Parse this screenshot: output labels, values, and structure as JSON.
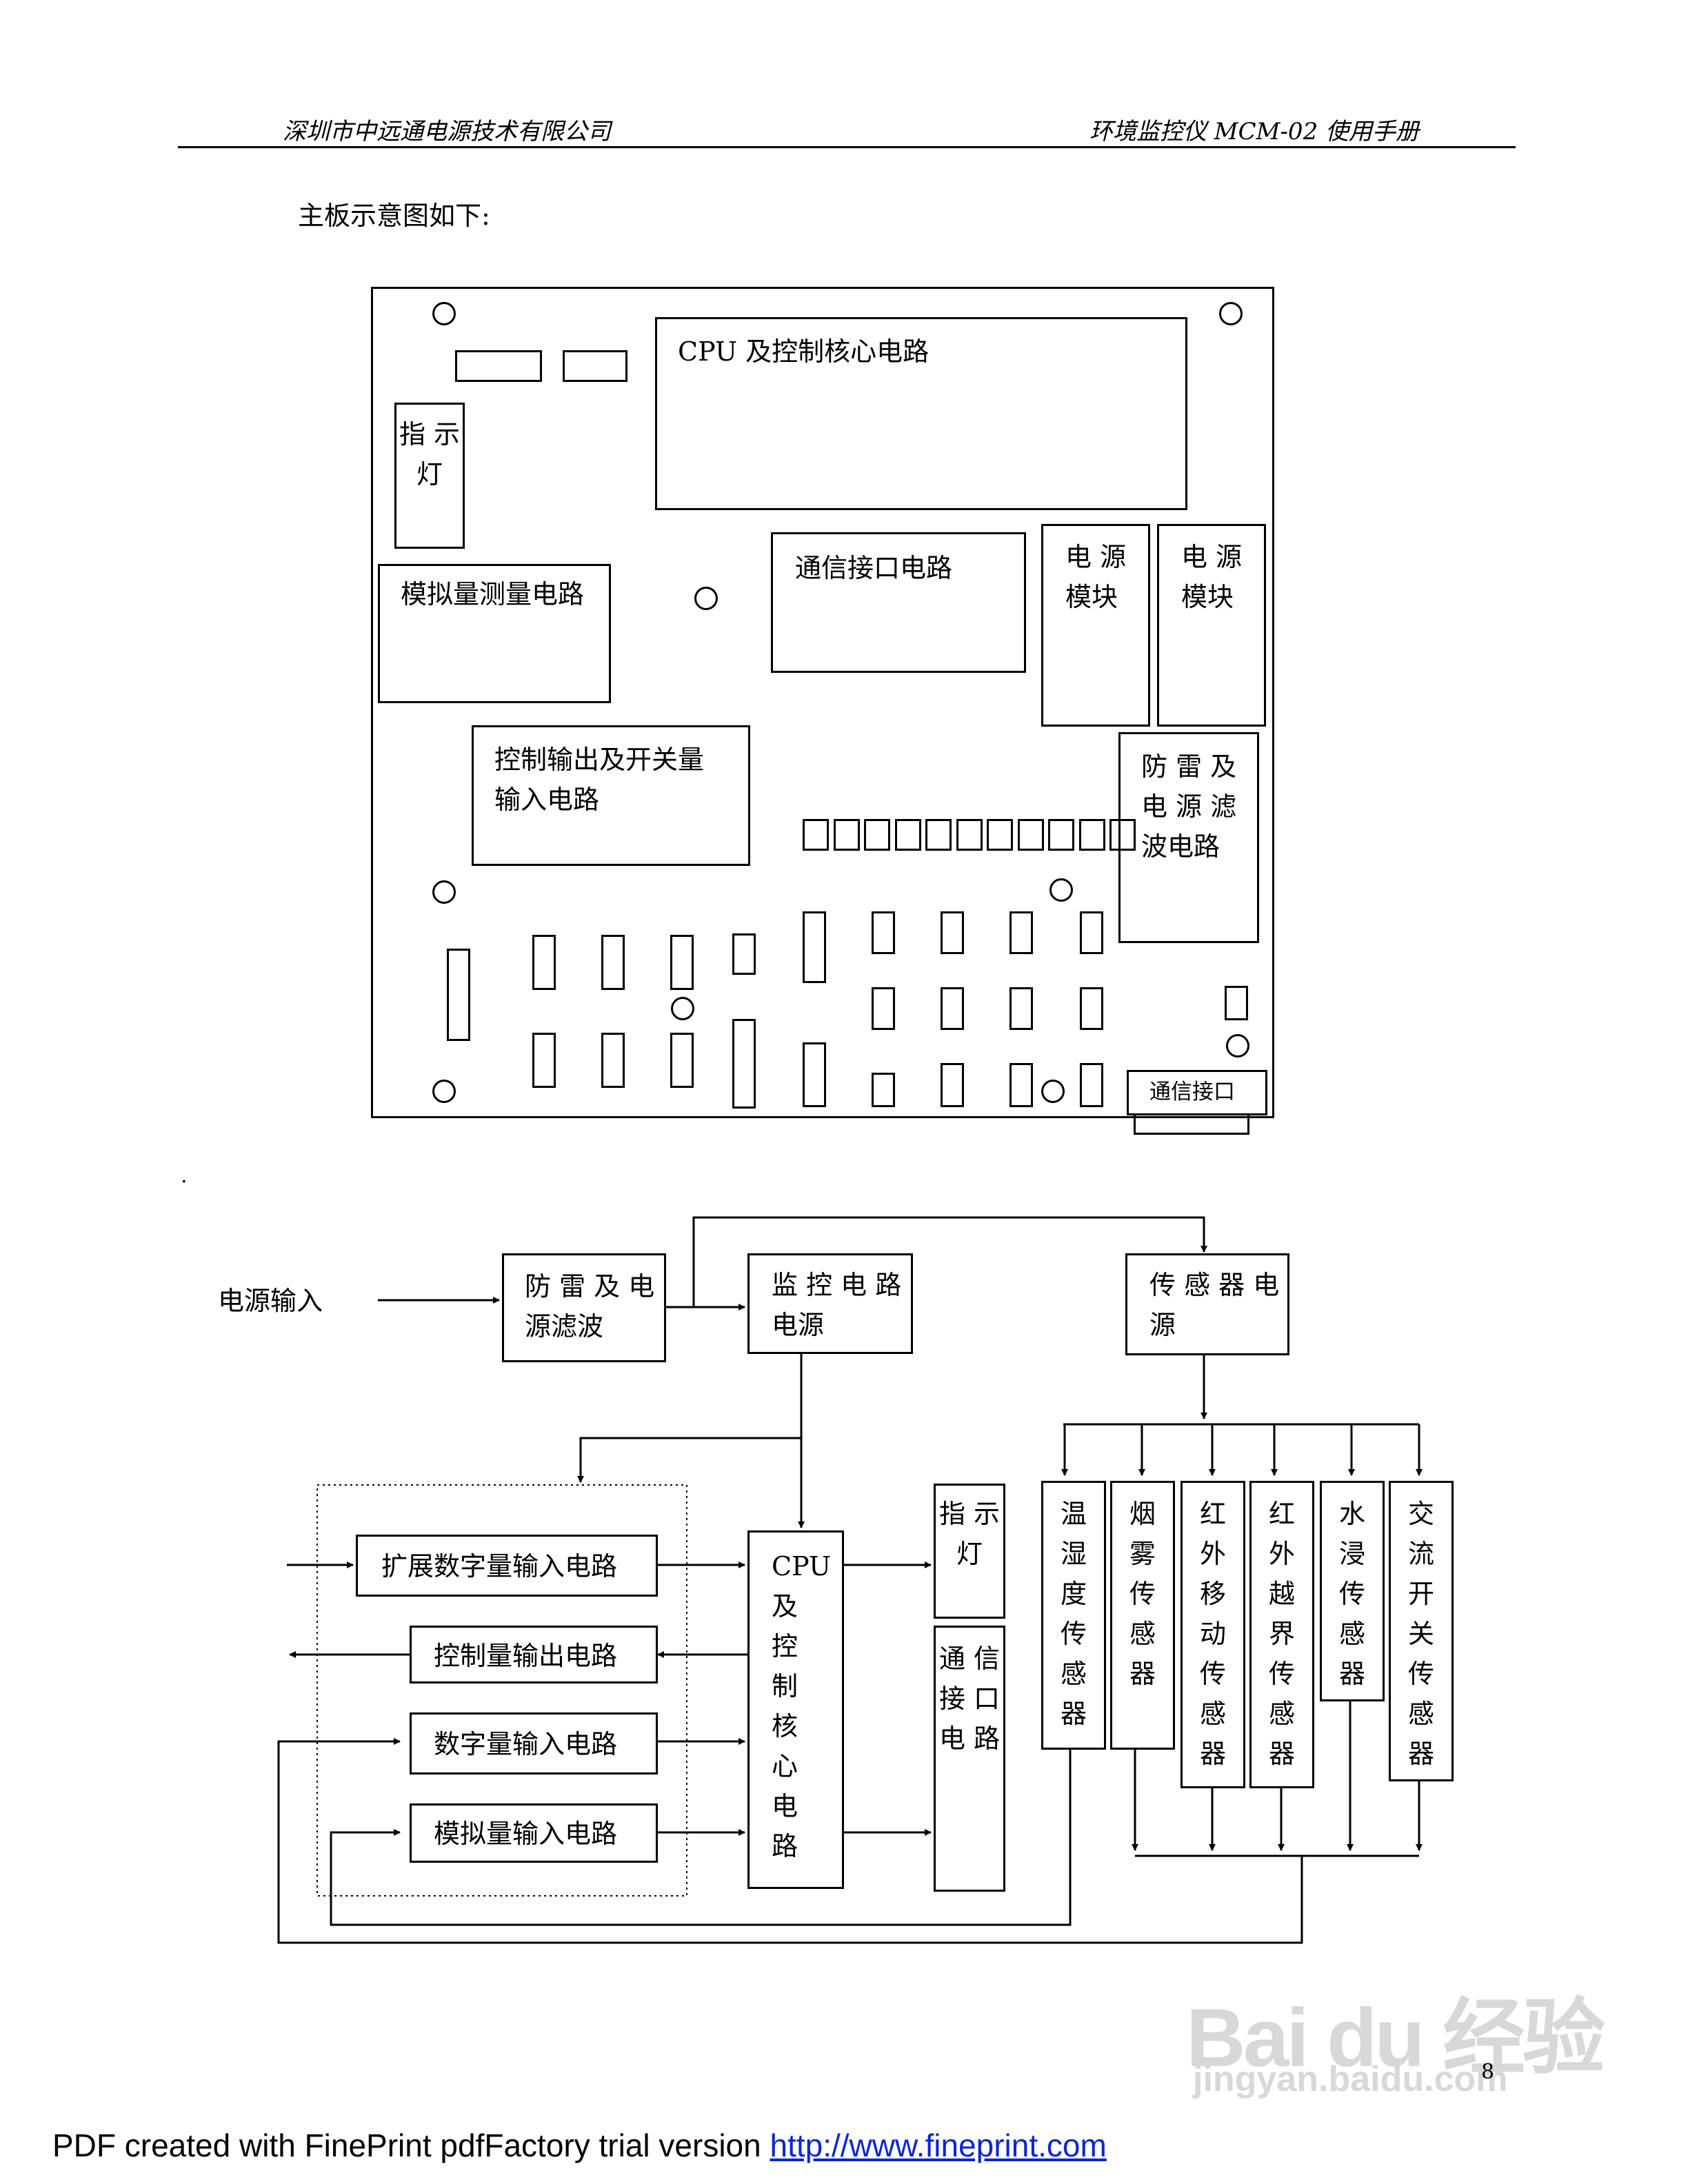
{
  "header": {
    "company": "深圳市中远通电源技术有限公司",
    "manual": "环境监控仪 MCM-02 使用手册"
  },
  "caption": "主板示意图如下:",
  "dot_mark": ".",
  "board": {
    "cpu": "CPU 及控制核心电路",
    "indicator": "指\n示\n灯",
    "analog": "模拟量测量电路",
    "comm": "通信接口电路",
    "power1": "电 源\n模块",
    "power2": "电 源\n模块",
    "control_io": "控制输出及开关量\n输入电路",
    "surge": "防 雷 及\n电 源 滤\n波电路",
    "comm_port": "通信接口"
  },
  "flow": {
    "power_input": "电源输入",
    "surge_filter": "防 雷 及 电\n源滤波",
    "monitor_power": "监 控 电 路\n电源",
    "sensor_power": "传 感 器 电\n源",
    "ext_digital": "扩展数字量输入电路",
    "control_out": "控制量输出电路",
    "digital_in": "数字量输入电路",
    "analog_in": "模拟量输入电路",
    "cpu_core": "CPU\n及\n控\n制\n核\n心\n电\n路",
    "indicator": "指\n示\n灯",
    "comm_circuit": "通\n信\n接\n口\n电\n路",
    "sensors": [
      "温\n湿\n度\n传\n感\n器",
      "烟\n雾\n传\n感\n器",
      "红\n外\n移\n动\n传\n感\n器",
      "红\n外\n越\n界\n传\n感\n器",
      "水\n浸\n传\n感\n器",
      "交\n流\n开\n关\n传\n感\n器"
    ]
  },
  "page_number": "8",
  "footer": {
    "text": "PDF created with FinePrint pdfFactory trial version ",
    "link": "http://www.fineprint.com"
  },
  "watermark": {
    "brand": "Bai du 经验",
    "url": "jingyan.baidu.com"
  }
}
